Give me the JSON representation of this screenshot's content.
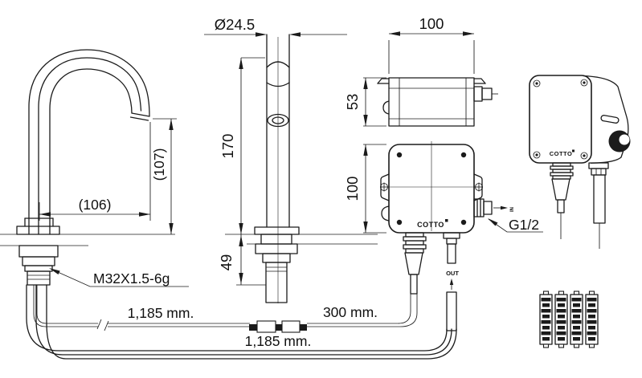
{
  "views": {
    "faucet_side": {
      "width_dim": "(106)",
      "height_dim": "(107)",
      "thread_label": "M32X1.5-6g"
    },
    "faucet_front": {
      "diameter_dim": "Ø24.5",
      "spout_height_dim": "170",
      "deck_thickness_dim": "49"
    },
    "box_top": {
      "width_dim": "100",
      "depth_dim": "53"
    },
    "box_front": {
      "height_dim": "100",
      "brand": "COTTO",
      "inlet_thread": "G1/2",
      "inlet_flow": "IN",
      "outlet_flow": "OUT"
    },
    "box_perspective": {
      "brand": "COTTO"
    },
    "hoses": {
      "sensor_cable_length": "1,185 mm.",
      "extension_cable_length": "300 mm.",
      "supply_hose_length": "1,185 mm."
    }
  }
}
